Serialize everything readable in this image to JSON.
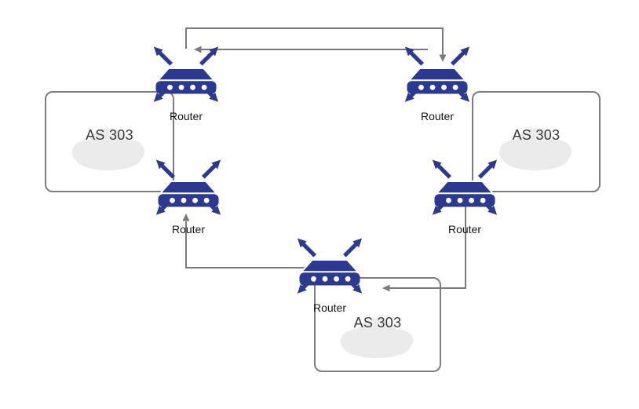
{
  "diagram": {
    "type": "network-topology",
    "routers": [
      {
        "id": "router-top-left",
        "label": "Router"
      },
      {
        "id": "router-top-right",
        "label": "Router"
      },
      {
        "id": "router-mid-left",
        "label": "Router"
      },
      {
        "id": "router-mid-right",
        "label": "Router"
      },
      {
        "id": "router-bottom",
        "label": "Router"
      }
    ],
    "autonomous_systems": [
      {
        "id": "as-left",
        "label": "AS 303"
      },
      {
        "id": "as-right",
        "label": "AS 303"
      },
      {
        "id": "as-bottom",
        "label": "AS 303"
      }
    ],
    "links": [
      {
        "from": "router-top-left",
        "to": "router-top-right",
        "arrow_at": "router-top-right"
      },
      {
        "from": "router-top-right",
        "to": "router-top-left",
        "arrow_at": "router-top-left"
      },
      {
        "from": "router-bottom",
        "to": "router-mid-left",
        "arrow_at": "router-mid-left"
      },
      {
        "from": "router-mid-right",
        "to": "router-bottom",
        "arrow_at": "router-bottom"
      }
    ],
    "colors": {
      "router_fill": "#2b3990",
      "link_stroke": "#7a7a7a",
      "cloud_fill": "#ebebeb",
      "box_border": "#7d7d7d",
      "text": "#151515"
    }
  }
}
